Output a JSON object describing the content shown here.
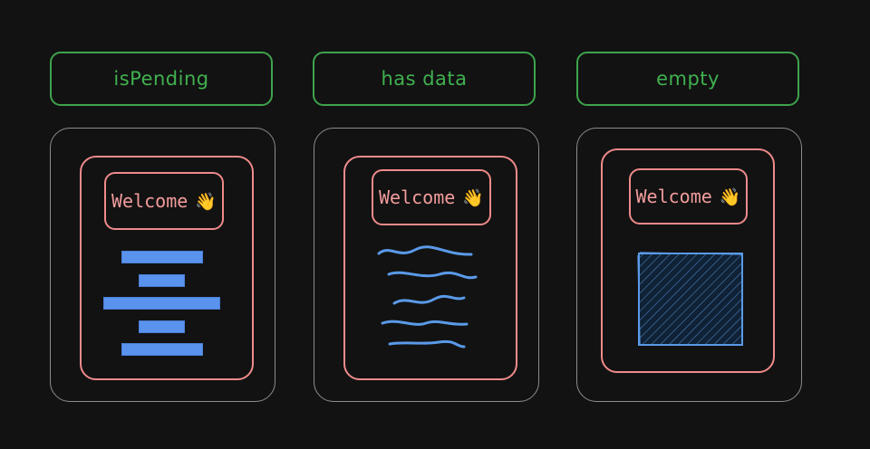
{
  "columns": [
    {
      "state": "isPending",
      "welcome": "Welcome",
      "wave_icon": "👋",
      "content": "skeleton-bars"
    },
    {
      "state": "has data",
      "welcome": "Welcome",
      "wave_icon": "👋",
      "content": "text-lines"
    },
    {
      "state": "empty",
      "welcome": "Welcome",
      "wave_icon": "👋",
      "content": "empty-box"
    }
  ],
  "colors": {
    "background": "#121212",
    "state_label": "#3fa34d",
    "container": "#8c8c8c",
    "component": "#ef8a8a",
    "content_blue": "#5a93ee"
  }
}
